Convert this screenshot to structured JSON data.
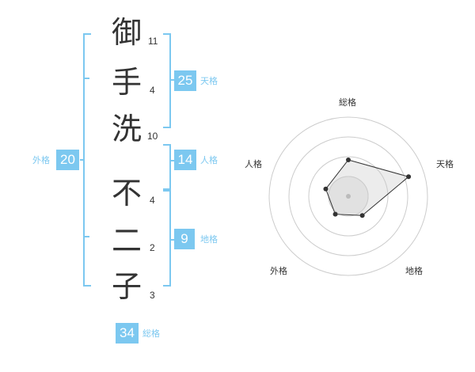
{
  "name_chars": [
    {
      "char": "御",
      "strokes": "11"
    },
    {
      "char": "手",
      "strokes": "4"
    },
    {
      "char": "洗",
      "strokes": "10"
    },
    {
      "char": "不",
      "strokes": "4"
    },
    {
      "char": "二",
      "strokes": "2"
    },
    {
      "char": "子",
      "strokes": "3"
    }
  ],
  "fortunes": {
    "tenkaku": {
      "value": "25",
      "label": "天格"
    },
    "jinkaku": {
      "value": "14",
      "label": "人格"
    },
    "chikaku": {
      "value": "9",
      "label": "地格"
    },
    "gaikaku": {
      "value": "20",
      "label": "外格"
    },
    "soukaku": {
      "value": "34",
      "label": "総格"
    }
  },
  "colors": {
    "accent": "#7cc8f0",
    "text": "#333333"
  },
  "chart_data": {
    "type": "radar",
    "axes": [
      "総格",
      "天格",
      "地格",
      "外格",
      "人格"
    ],
    "values": [
      2.3,
      4.0,
      1.5,
      1.4,
      1.5
    ],
    "max": 5,
    "rings": 4,
    "series_color": "#333333"
  }
}
